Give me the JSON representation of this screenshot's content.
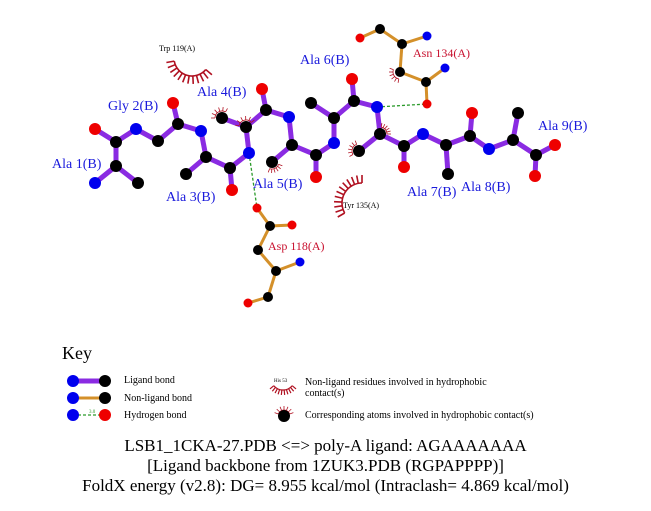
{
  "ligand_residues": [
    "Ala 1(B)",
    "Gly 2(B)",
    "Ala 3(B)",
    "Ala 4(B)",
    "Ala 5(B)",
    "Ala 6(B)",
    "Ala 7(B)",
    "Ala 8(B)",
    "Ala 9(B)"
  ],
  "hbond_residues": [
    "Asn 134(A)",
    "Asp 118(A)"
  ],
  "hydrophobic_residues": [
    "Trp 119(A)",
    "Tyr 135(A)"
  ],
  "key": {
    "title": "Key",
    "ligand_bond": "Ligand bond",
    "non_ligand_bond": "Non-ligand bond",
    "hydrogen_bond": "Hydrogen bond",
    "hbond_distance": "3.0",
    "example_residue": "His 53",
    "hydrophobic_residues": "Non-ligand residues involved in hydrophobic contact(s)",
    "hydrophobic_atoms": "Corresponding atoms involved in hydrophobic contact(s)"
  },
  "caption": [
    "LSB1_1CKA-27.PDB <=> poly-A ligand: AGAAAAAAA",
    "[Ligand backbone from 1ZUK3.PDB (RGPAPPPP)]",
    "FoldX energy (v2.8): DG= 8.955 kcal/mol (Intraclash= 4.869 kcal/mol)"
  ],
  "colors": {
    "ligand_bond": "#8a2be2",
    "non_ligand_bond": "#d4902a",
    "carbon": "#000000",
    "nitrogen": "#0000ee",
    "oxygen": "#ee0000",
    "hbond": "#2a9a2a",
    "hydrophobic": "#b01020"
  }
}
